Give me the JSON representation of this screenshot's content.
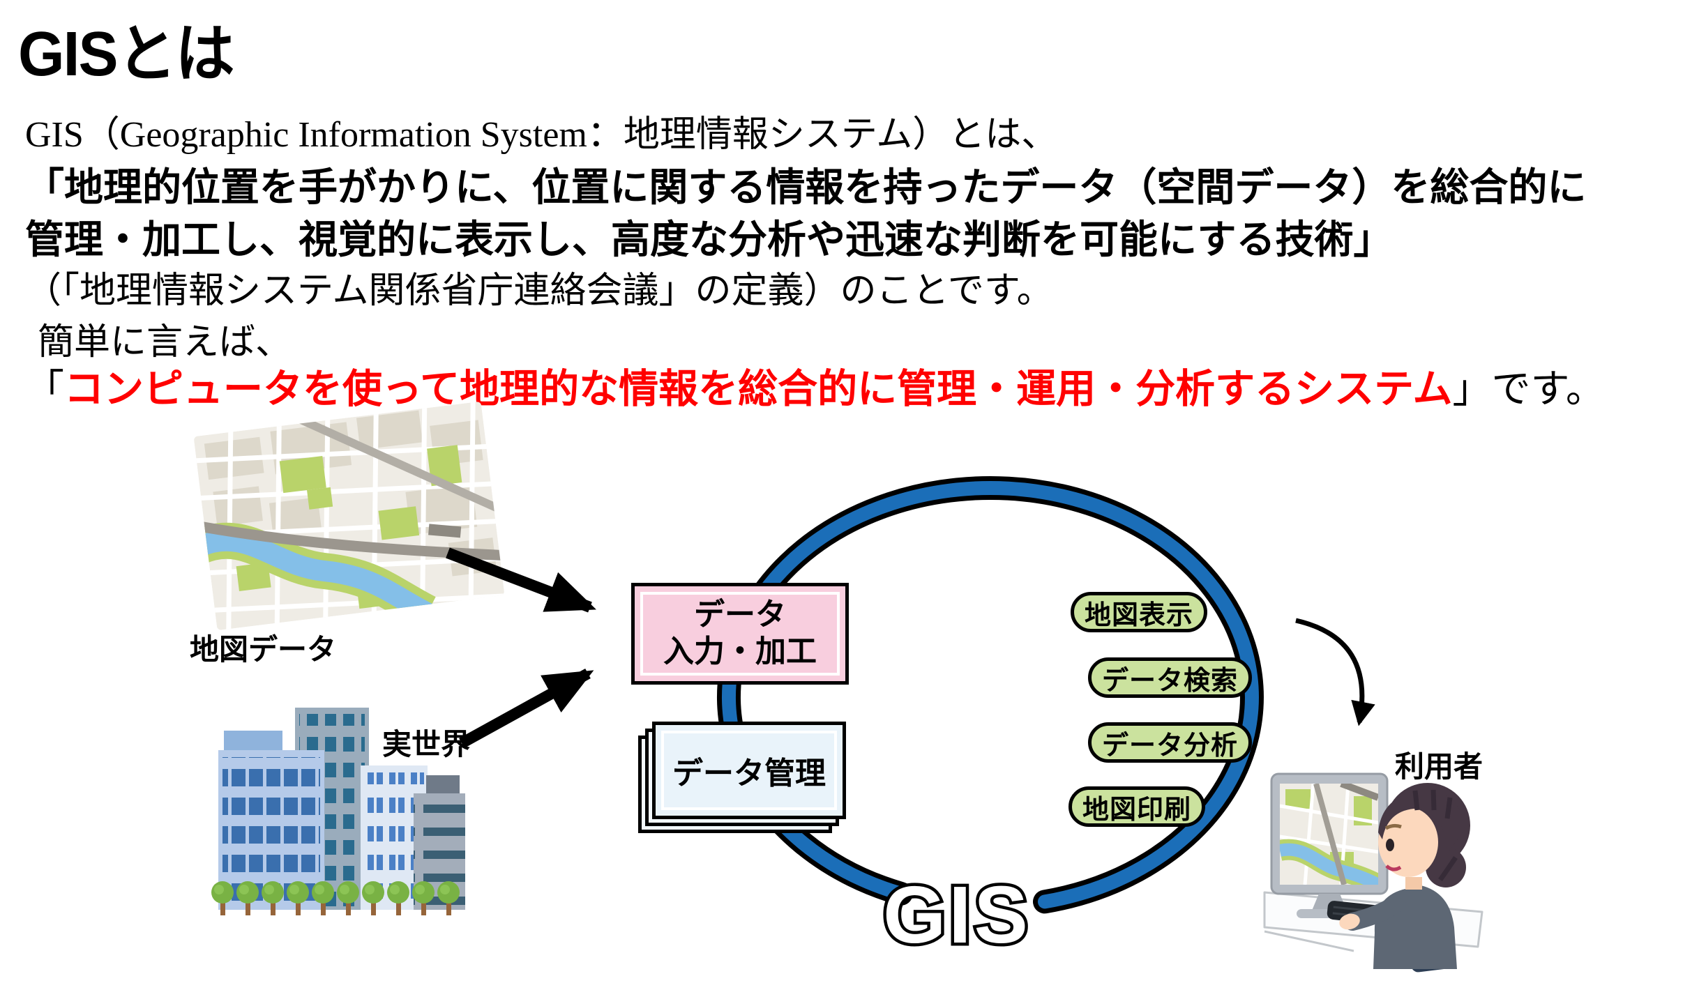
{
  "title": "GISとは",
  "body": {
    "line1": "GIS（Geographic Information System：地理情報システム）とは、",
    "line2": "「地理的位置を手がかりに、位置に関する情報を持ったデータ（空間データ）を総合的に",
    "line3": "管理・加工し、視覚的に表示し、高度な分析や迅速な判断を可能にする技術」",
    "line4": "（「地理情報システム関係省庁連絡会議」の定義）のことです。",
    "line5": "簡単に言えば、",
    "line6": {
      "open": "「",
      "highlight": "コンピュータを使って地理的な情報を総合的に管理・運用・分析するシステム",
      "close": "」です。"
    }
  },
  "diagram": {
    "map_caption": "地図データ",
    "real_world_caption": "実世界",
    "input_box_line1": "データ",
    "input_box_line2": "入力・加工",
    "manage_box_label": "データ管理",
    "gis_ring_label": "GIS",
    "function_pills": [
      "地図表示",
      "データ検索",
      "データ分析",
      "地図印刷"
    ],
    "user_caption": "利用者"
  },
  "colors": {
    "highlight_red": "#ff0000",
    "ring_blue": "#1b6eb8",
    "pill_green": "#cbe29e",
    "input_box_pink": "#f8cede",
    "manage_box_blue": "#e9f3fa",
    "map_green": "#b9d36a",
    "river_blue": "#84bfe8"
  }
}
